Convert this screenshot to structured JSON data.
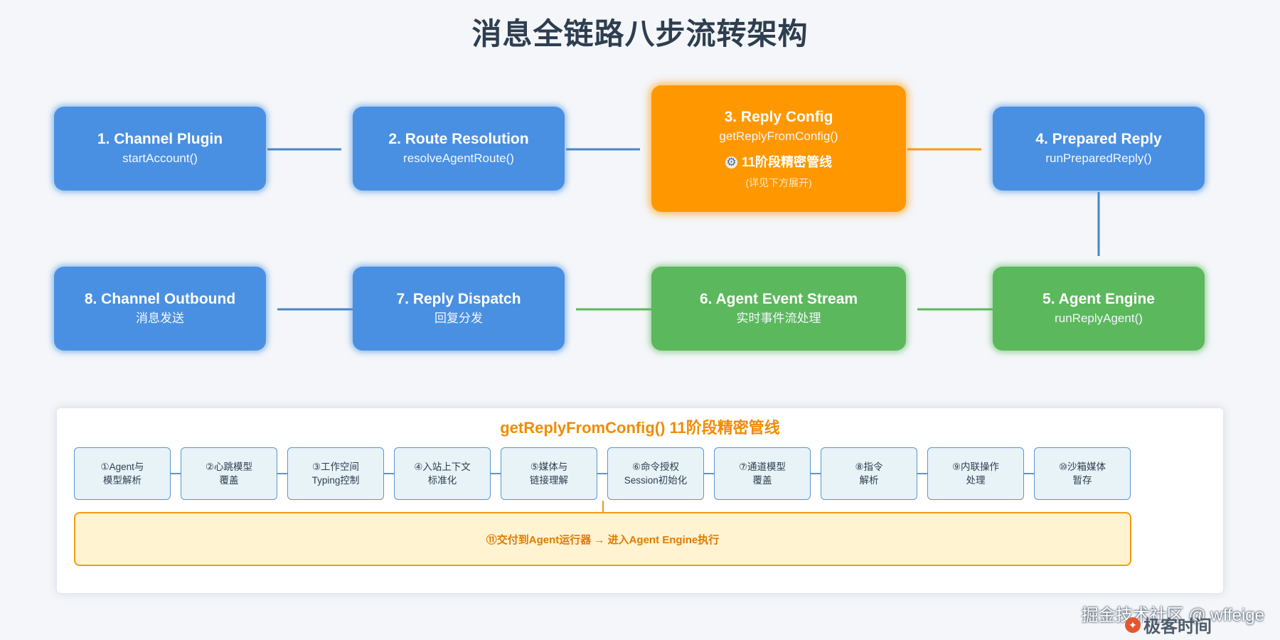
{
  "page_title": "消息全链路八步流转架构",
  "nodes": {
    "n1": {
      "title": "1. Channel Plugin",
      "sub": "startAccount()"
    },
    "n2": {
      "title": "2. Route Resolution",
      "sub": "resolveAgentRoute()"
    },
    "n3": {
      "title": "3. Reply Config",
      "sub": "getReplyFromConfig()",
      "highlight": "11阶段精密管线",
      "note": "(详见下方展开)"
    },
    "n4": {
      "title": "4. Prepared Reply",
      "sub": "runPreparedReply()"
    },
    "n5": {
      "title": "5. Agent Engine",
      "sub": "runReplyAgent()"
    },
    "n6": {
      "title": "6. Agent Event Stream",
      "sub": "实时事件流处理"
    },
    "n7": {
      "title": "7. Reply Dispatch",
      "sub": "回复分发"
    },
    "n8": {
      "title": "8. Channel Outbound",
      "sub": "消息发送"
    }
  },
  "pipeline": {
    "title": "getReplyFromConfig() 11阶段精密管线",
    "stages": [
      "①Agent与\n模型解析",
      "②心跳模型\n覆盖",
      "③工作空间\nTyping控制",
      "④入站上下文\n标准化",
      "⑤媒体与\n链接理解",
      "⑥命令授权\nSession初始化",
      "⑦通道模型\n覆盖",
      "⑧指令\n解析",
      "⑨内联操作\n处理",
      "⑩沙箱媒体\n暂存"
    ],
    "final": "⑪交付到Agent运行器 → 进入Agent Engine执行"
  },
  "watermark": "掘金技术社区 @ wffeige",
  "brand": "极客时间",
  "icons": {
    "gear": "gear-icon",
    "brand": "brand-logo-icon"
  },
  "colors": {
    "blue": "#4a90e2",
    "green": "#5cb85c",
    "orange": "#ff9800",
    "title": "#2d3e50",
    "pipeline_accent": "#f08c00"
  }
}
